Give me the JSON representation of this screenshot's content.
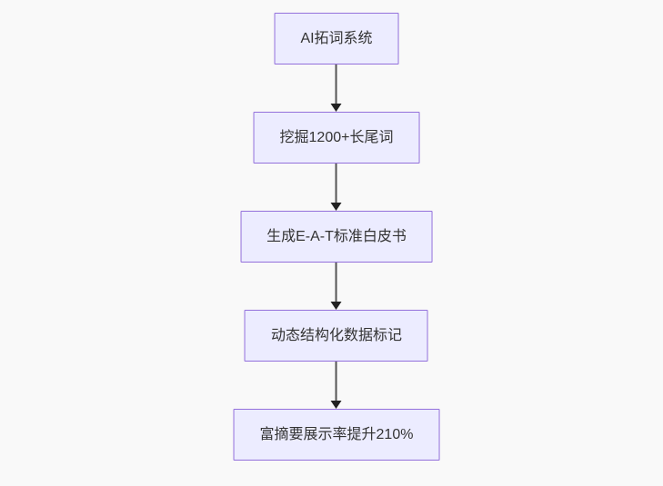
{
  "diagram": {
    "type": "flowchart",
    "direction": "top-down",
    "nodes": [
      {
        "id": "step-1",
        "label": "AI拓词系统"
      },
      {
        "id": "step-2",
        "label": "挖掘1200+长尾词"
      },
      {
        "id": "step-3",
        "label": "生成E-A-T标准白皮书"
      },
      {
        "id": "step-4",
        "label": "动态结构化数据标记"
      },
      {
        "id": "step-5",
        "label": "富摘要展示率提升210%"
      }
    ],
    "edges": [
      {
        "from": "step-1",
        "to": "step-2",
        "style": "arrow-down"
      },
      {
        "from": "step-2",
        "to": "step-3",
        "style": "arrow-down"
      },
      {
        "from": "step-3",
        "to": "step-4",
        "style": "arrow-down"
      },
      {
        "from": "step-4",
        "to": "step-5",
        "style": "arrow-down"
      }
    ],
    "colors": {
      "node_fill": "#ECECFF",
      "node_border": "#9370DB",
      "node_text": "#333333",
      "edge_line": "#555555",
      "edge_arrowhead": "#222222",
      "background": "#F9F9F9"
    }
  }
}
